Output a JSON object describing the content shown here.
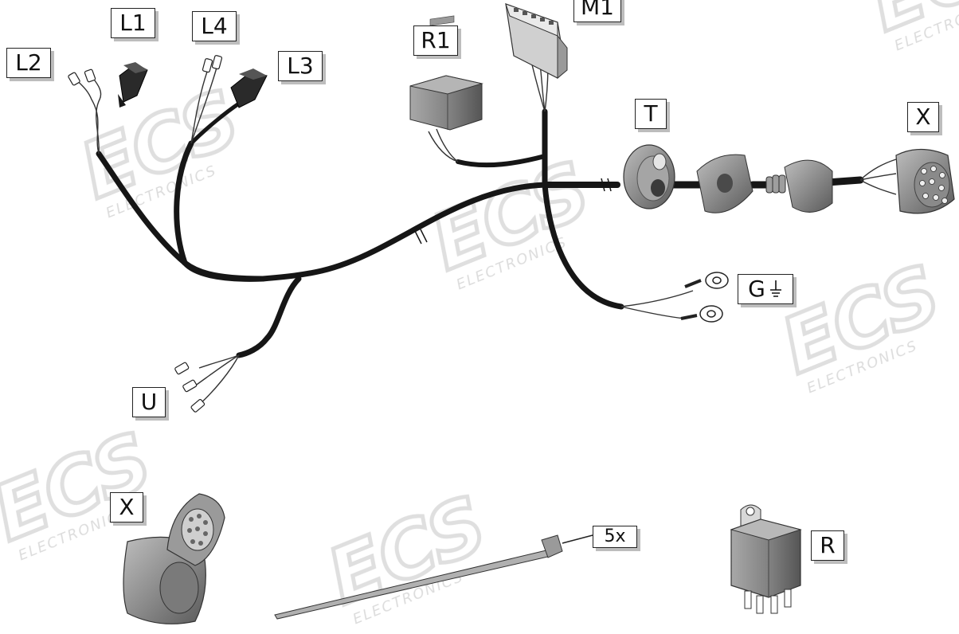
{
  "watermark": {
    "logo_text": "ECS",
    "sub_text": "ELECTRONICS"
  },
  "labels": {
    "L1": "L1",
    "L2": "L2",
    "L3": "L3",
    "L4": "L4",
    "R1": "R1",
    "M1": "M1",
    "T": "T",
    "X_top": "X",
    "X_bottom": "X",
    "G": "G",
    "U": "U",
    "R": "R",
    "qty": "5x"
  },
  "colors": {
    "cable": "#161616",
    "housing": "#8f8f8f",
    "housing_dark": "#5c5c5c",
    "label_shadow": "#bdbdbd",
    "watermark": "#e6e6e6"
  }
}
